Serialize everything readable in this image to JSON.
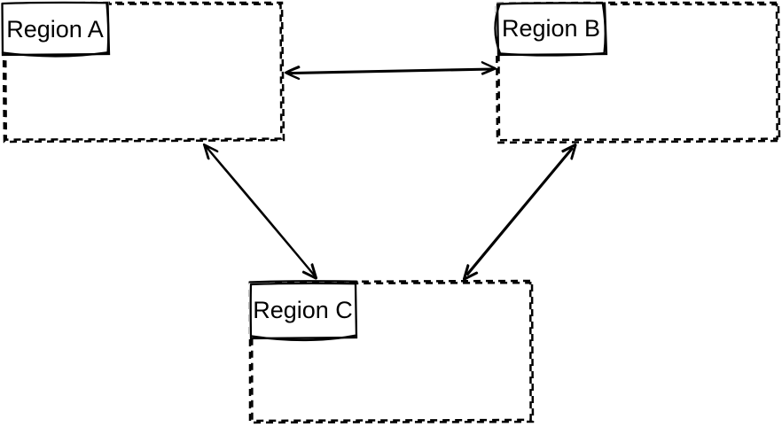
{
  "canvas": {
    "style": "hand-drawn-sketch",
    "background_color": "#ffffff",
    "stroke_color": "#000000"
  },
  "regions": [
    {
      "id": "region-a",
      "label": "Region A"
    },
    {
      "id": "region-b",
      "label": "Region B"
    },
    {
      "id": "region-c",
      "label": "Region C"
    }
  ],
  "connections": [
    {
      "from": "Region A",
      "to": "Region B",
      "type": "bidirectional-arrow"
    },
    {
      "from": "Region A",
      "to": "Region C",
      "type": "bidirectional-arrow"
    },
    {
      "from": "Region B",
      "to": "Region C",
      "type": "bidirectional-arrow"
    }
  ]
}
